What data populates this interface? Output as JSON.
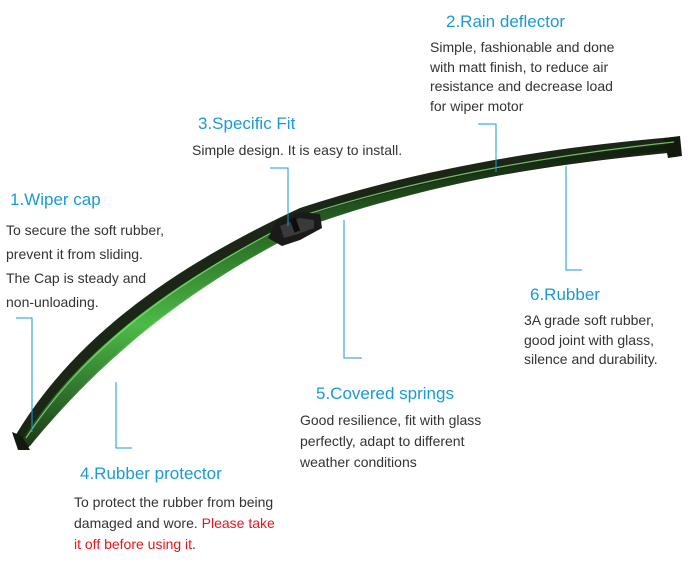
{
  "colors": {
    "accent": "#1a9ad6",
    "text": "#333333",
    "warning": "#e3161d",
    "blade_green": "#3aa63a",
    "blade_dark": "#1e2a1a",
    "leader_line": "#1a9ad6"
  },
  "callouts": {
    "wiper_cap": {
      "title": "1.Wiper cap",
      "lines": [
        "To secure the soft rubber,",
        "prevent it from sliding.",
        "The Cap is steady and",
        "non-unloading."
      ]
    },
    "rain_deflector": {
      "title": "2.Rain deflector",
      "lines": [
        "Simple, fashionable and done",
        "with matt finish,  to reduce air",
        "resistance and decrease load",
        "for wiper motor"
      ]
    },
    "specific_fit": {
      "title": "3.Specific Fit",
      "lines": [
        "Simple design. It is easy to install."
      ]
    },
    "rubber_protector": {
      "title": "4.Rubber protector",
      "lines": [
        "To protect the rubber from being"
      ],
      "line2_normal": "damaged and wore. ",
      "line2_warn": "Please take",
      "line3_warn": " it off before using it",
      "line3_end": "."
    },
    "covered_springs": {
      "title": "5.Covered springs",
      "lines": [
        "Good resilience, fit with glass",
        "perfectly, adapt to different",
        "weather conditions"
      ]
    },
    "rubber": {
      "title": "6.Rubber",
      "lines": [
        "3A grade soft rubber,",
        "good joint with glass,",
        "silence and durability."
      ]
    }
  }
}
